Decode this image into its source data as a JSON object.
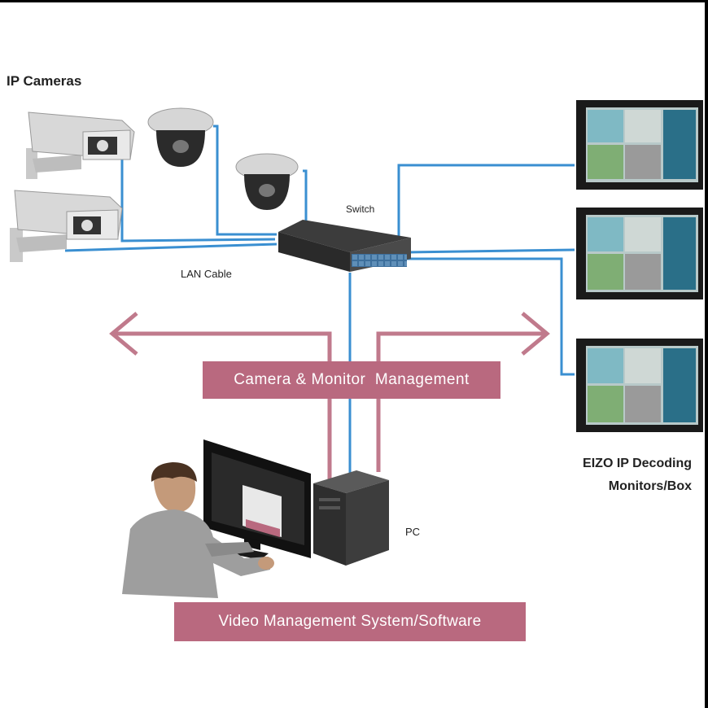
{
  "labels": {
    "ip_cameras": "IP Cameras",
    "switch": "Switch",
    "lan_cable": "LAN Cable",
    "monitors_line1": "EIZO IP Decoding",
    "monitors_line2": "Monitors/Box",
    "pc": "PC"
  },
  "boxes": {
    "management": "Camera & Monitor  Management",
    "vms": "Video Management System/Software"
  },
  "colors": {
    "cable": "#3a8fd1",
    "management_pink": "#b9697f",
    "arrow_pink": "#c07a8c"
  },
  "icons": [
    "bullet-camera-icon",
    "dome-camera-icon",
    "network-switch-icon",
    "decoding-monitor-icon",
    "pc-tower-icon",
    "operator-at-desktop-icon"
  ]
}
